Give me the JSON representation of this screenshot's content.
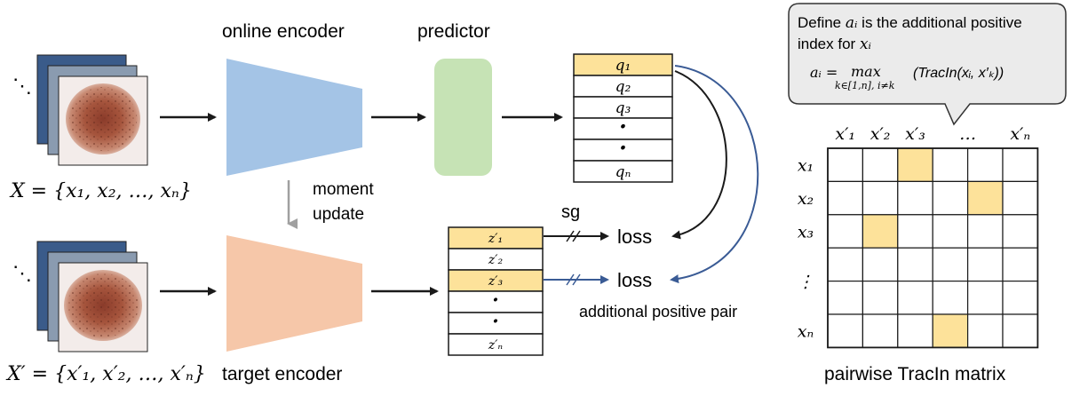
{
  "labels": {
    "online_encoder": "online encoder",
    "predictor": "predictor",
    "moment_line1": "moment",
    "moment_line2": "update",
    "target_encoder": "target encoder",
    "sg": "sg",
    "loss1": "loss",
    "loss2": "loss",
    "additional_pair": "additional positive pair",
    "matrix_title": "pairwise TracIn matrix"
  },
  "formulas": {
    "X": "X = {x₁, x₂, …, xₙ}",
    "Xp": "X′ = {x′₁, x′₂, …, x′ₙ}"
  },
  "q_stack": [
    "q₁",
    "q₂",
    "q₃",
    "·",
    "·",
    "qₙ"
  ],
  "z_stack": [
    "z′₁",
    "z′₂",
    "z′₃",
    "·",
    "·",
    "z′ₙ"
  ],
  "bubble": {
    "line1_pre": "Define ",
    "line1_var": "aᵢ",
    "line1_post": " is the additional positive",
    "line2_pre": "index for ",
    "line2_var": "xᵢ",
    "eq_lhs": "aᵢ = ",
    "eq_max": "max",
    "eq_sub": "k∈[1,n], i≠k",
    "eq_rhs": "(TracIn(xᵢ, x′ₖ))"
  },
  "matrix": {
    "col_labels": [
      "x′₁",
      "x′₂",
      "x′₃",
      "…",
      "x′ₙ"
    ],
    "row_labels": [
      "x₁",
      "x₂",
      "x₃",
      "⋮",
      "xₙ"
    ],
    "highlights": [
      [
        0,
        2
      ],
      [
        1,
        4
      ],
      [
        2,
        1
      ],
      [
        5,
        3
      ]
    ]
  },
  "colors": {
    "online_encoder": "#a4c4e6",
    "target_encoder": "#f6c7a9",
    "predictor": "#c6e3b5",
    "highlight": "#fde29a",
    "blue_arrow": "#3a5b95",
    "gray_arrow": "#a0a0a0",
    "bubble_fill": "#ebebeb"
  }
}
